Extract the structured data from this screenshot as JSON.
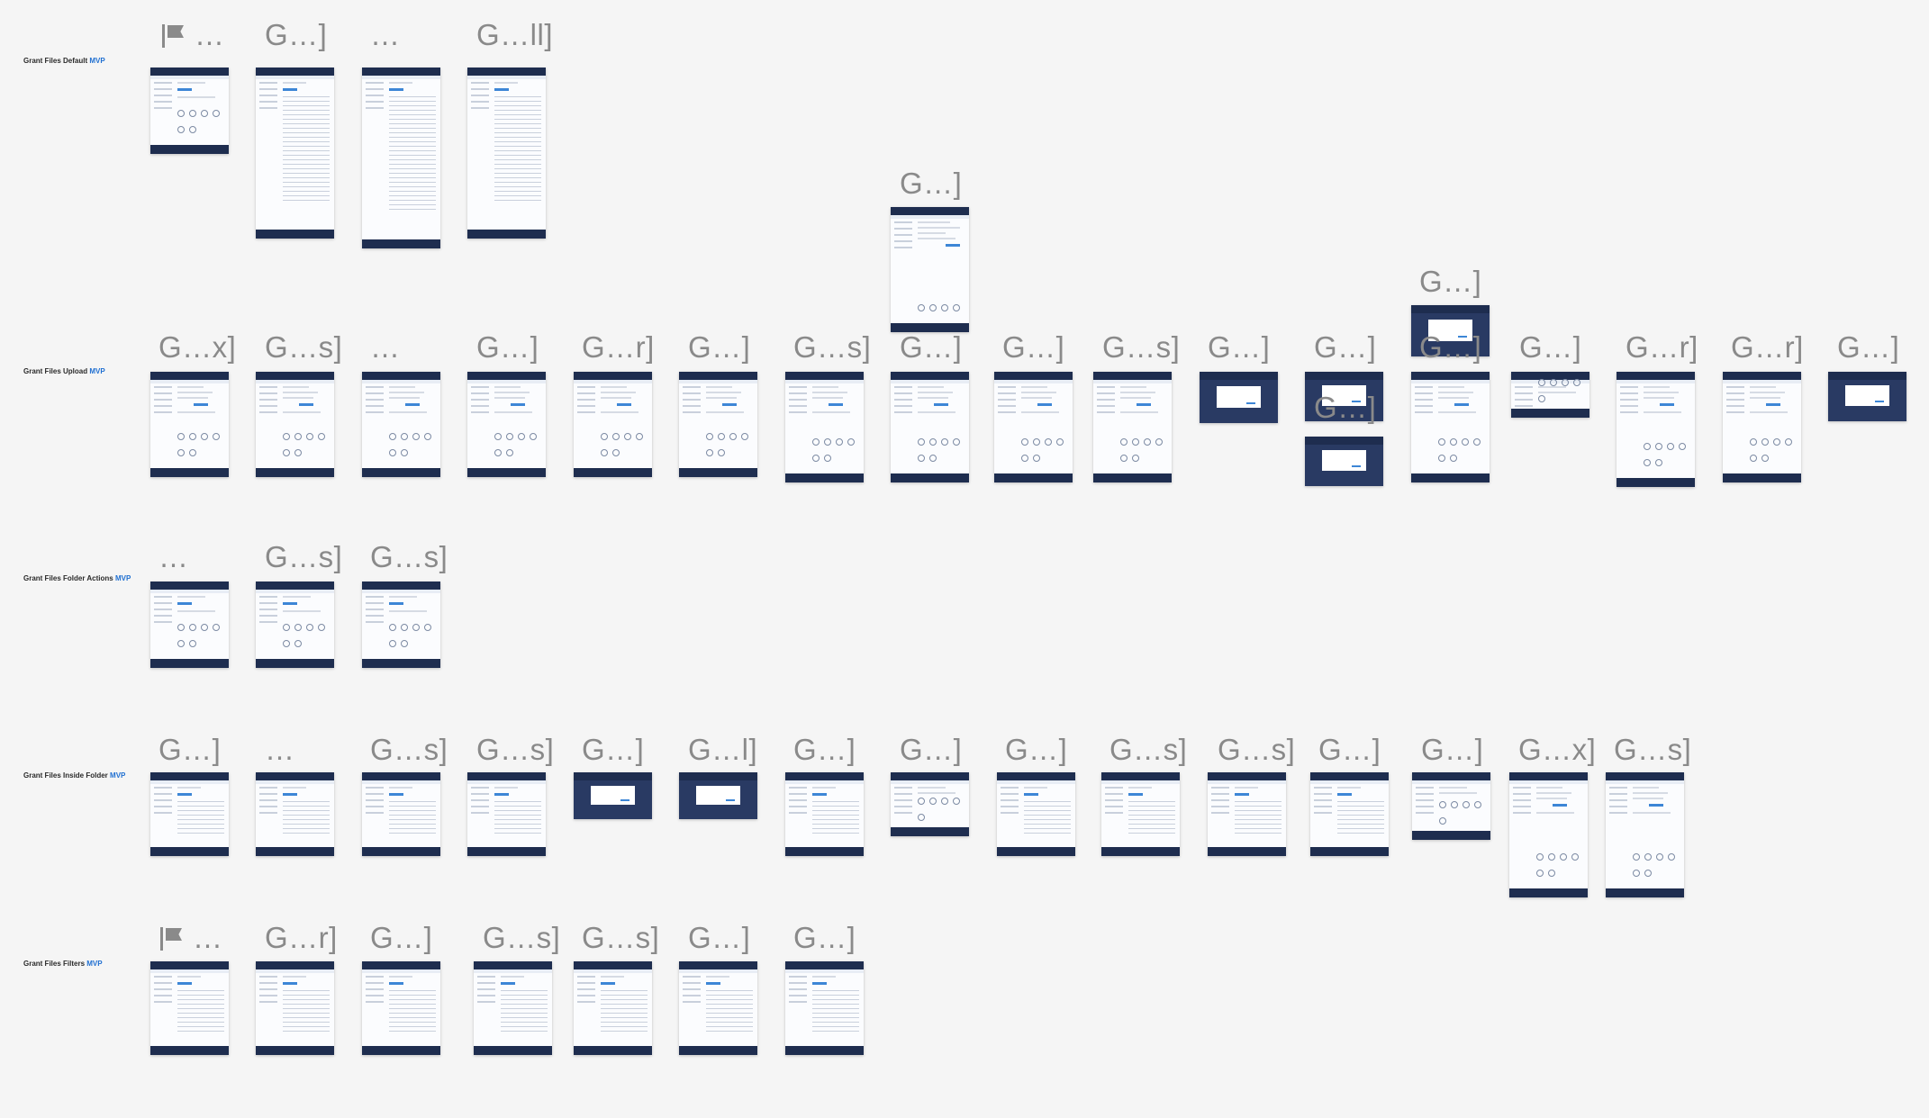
{
  "colors": {
    "canvas_bg": "#f5f5f5",
    "title_gray": "#8a8a8a",
    "mvp_blue": "#1f6fd1",
    "frame_navy": "#1e2d4f",
    "modal_overlay": "#293a63",
    "accent_blue": "#3d86d6"
  },
  "sections": [
    {
      "name": "Grant Files Default",
      "tag": "MVP",
      "frames": [
        {
          "title": "…",
          "icon": "flag-icon",
          "kind": "tiles"
        },
        {
          "title": "G…]",
          "kind": "table"
        },
        {
          "title": "…",
          "kind": "table"
        },
        {
          "title": "G…ll]",
          "kind": "table"
        }
      ]
    },
    {
      "name": "Grant Files Upload",
      "tag": "MVP",
      "frames": [
        {
          "title": "G…x]",
          "kind": "upload"
        },
        {
          "title": "G…s]",
          "kind": "upload"
        },
        {
          "title": "…",
          "kind": "upload"
        },
        {
          "title": "G…]",
          "kind": "upload"
        },
        {
          "title": "G…r]",
          "kind": "upload"
        },
        {
          "title": "G…]",
          "kind": "upload"
        },
        {
          "title": "G…s]",
          "kind": "upload"
        },
        {
          "title": "G…]",
          "kind": "upload"
        },
        {
          "title": "G…]",
          "kind": "form"
        },
        {
          "title": "G…]",
          "kind": "upload"
        },
        {
          "title": "G…s]",
          "kind": "upload"
        },
        {
          "title": "G…]",
          "kind": "modal"
        },
        {
          "title": "G…]",
          "kind": "modal"
        },
        {
          "title": "G…]",
          "kind": "modal"
        },
        {
          "title": "G…]",
          "kind": "modal"
        },
        {
          "title": "G…]",
          "kind": "upload"
        },
        {
          "title": "G…]",
          "kind": "short"
        },
        {
          "title": "G…r]",
          "kind": "upload"
        },
        {
          "title": "G…r]",
          "kind": "upload"
        },
        {
          "title": "G…]",
          "kind": "modal"
        }
      ]
    },
    {
      "name": "Grant Files Folder Actions",
      "tag": "MVP",
      "frames": [
        {
          "title": "…",
          "kind": "tiles"
        },
        {
          "title": "G…s]",
          "kind": "tiles"
        },
        {
          "title": "G…s]",
          "kind": "tiles"
        }
      ]
    },
    {
      "name": "Grant Files Inside Folder",
      "tag": "MVP",
      "frames": [
        {
          "title": "G…]",
          "kind": "table"
        },
        {
          "title": "…",
          "kind": "table"
        },
        {
          "title": "G…s]",
          "kind": "table"
        },
        {
          "title": "G…s]",
          "kind": "table"
        },
        {
          "title": "G…]",
          "kind": "modal"
        },
        {
          "title": "G…l]",
          "kind": "modal"
        },
        {
          "title": "G…]",
          "kind": "table"
        },
        {
          "title": "G…]",
          "kind": "short"
        },
        {
          "title": "G…]",
          "kind": "table"
        },
        {
          "title": "G…s]",
          "kind": "table"
        },
        {
          "title": "G…s]",
          "kind": "table"
        },
        {
          "title": "G…]",
          "kind": "table"
        },
        {
          "title": "G…]",
          "kind": "short"
        },
        {
          "title": "G…x]",
          "kind": "upload"
        },
        {
          "title": "G…s]",
          "kind": "upload"
        }
      ]
    },
    {
      "name": "Grant Files Filters",
      "tag": "MVP",
      "frames": [
        {
          "title": "…",
          "icon": "flag-icon",
          "kind": "table"
        },
        {
          "title": "G…r]",
          "kind": "table"
        },
        {
          "title": "G…]",
          "kind": "table"
        },
        {
          "title": "G…s]",
          "kind": "table"
        },
        {
          "title": "G…s]",
          "kind": "table"
        },
        {
          "title": "G…]",
          "kind": "table"
        },
        {
          "title": "G…]",
          "kind": "table"
        }
      ]
    }
  ]
}
